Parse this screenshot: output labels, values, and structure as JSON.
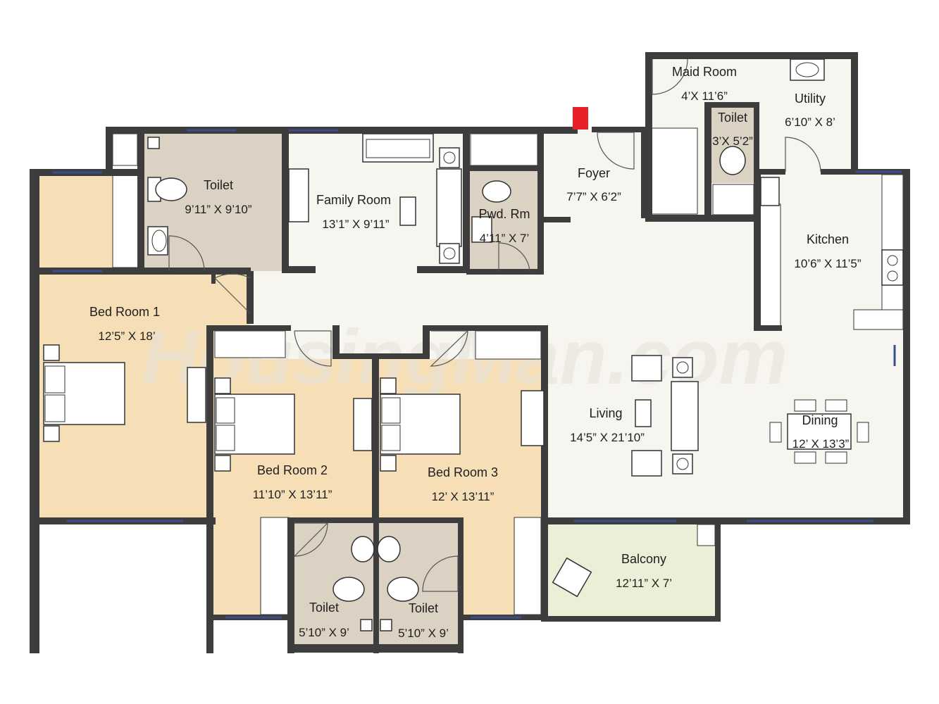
{
  "watermark": "HousingMan.com",
  "rooms": {
    "maid_room": {
      "name": "Maid Room",
      "dim": "4’X 11’6”"
    },
    "utility": {
      "name": "Utility",
      "dim": "6’10” X 8’"
    },
    "maid_toilet": {
      "name": "Toilet",
      "dim": "3’X 5’2”"
    },
    "foyer": {
      "name": "Foyer",
      "dim": "7’7” X 6’2”"
    },
    "toilet_1": {
      "name": "Toilet",
      "dim": "9’11” X 9’10”"
    },
    "family_room": {
      "name": "Family Room",
      "dim": "13’1” X 9’11”"
    },
    "pwd_rm": {
      "name": "Pwd. Rm",
      "dim": "4’11” X 7’"
    },
    "kitchen": {
      "name": "Kitchen",
      "dim": "10’6” X 11’5”"
    },
    "bed_room_1": {
      "name": "Bed Room 1",
      "dim": "12’5” X 18’"
    },
    "bed_room_2": {
      "name": "Bed Room 2",
      "dim": "11’10” X 13’11”"
    },
    "bed_room_3": {
      "name": "Bed Room 3",
      "dim": "12’ X 13’11”"
    },
    "living": {
      "name": "Living",
      "dim": "14’5” X 21’10”"
    },
    "dining": {
      "name": "Dining",
      "dim": "12’ X 13’3”"
    },
    "balcony": {
      "name": "Balcony",
      "dim": "12’11” X 7’"
    },
    "toilet_2": {
      "name": "Toilet",
      "dim": "5’10” X 9’"
    },
    "toilet_3": {
      "name": "Toilet",
      "dim": "5’10” X 9’"
    }
  },
  "colors": {
    "wall": "#3d3d3d",
    "common_floor": "#f6f5f0",
    "bedroom_floor": "#f6dfb7",
    "toilet_floor": "#dcd2c3",
    "balcony_floor": "#eaf0d7",
    "window": "#3b4e8c",
    "entry_marker": "#e8202a"
  }
}
